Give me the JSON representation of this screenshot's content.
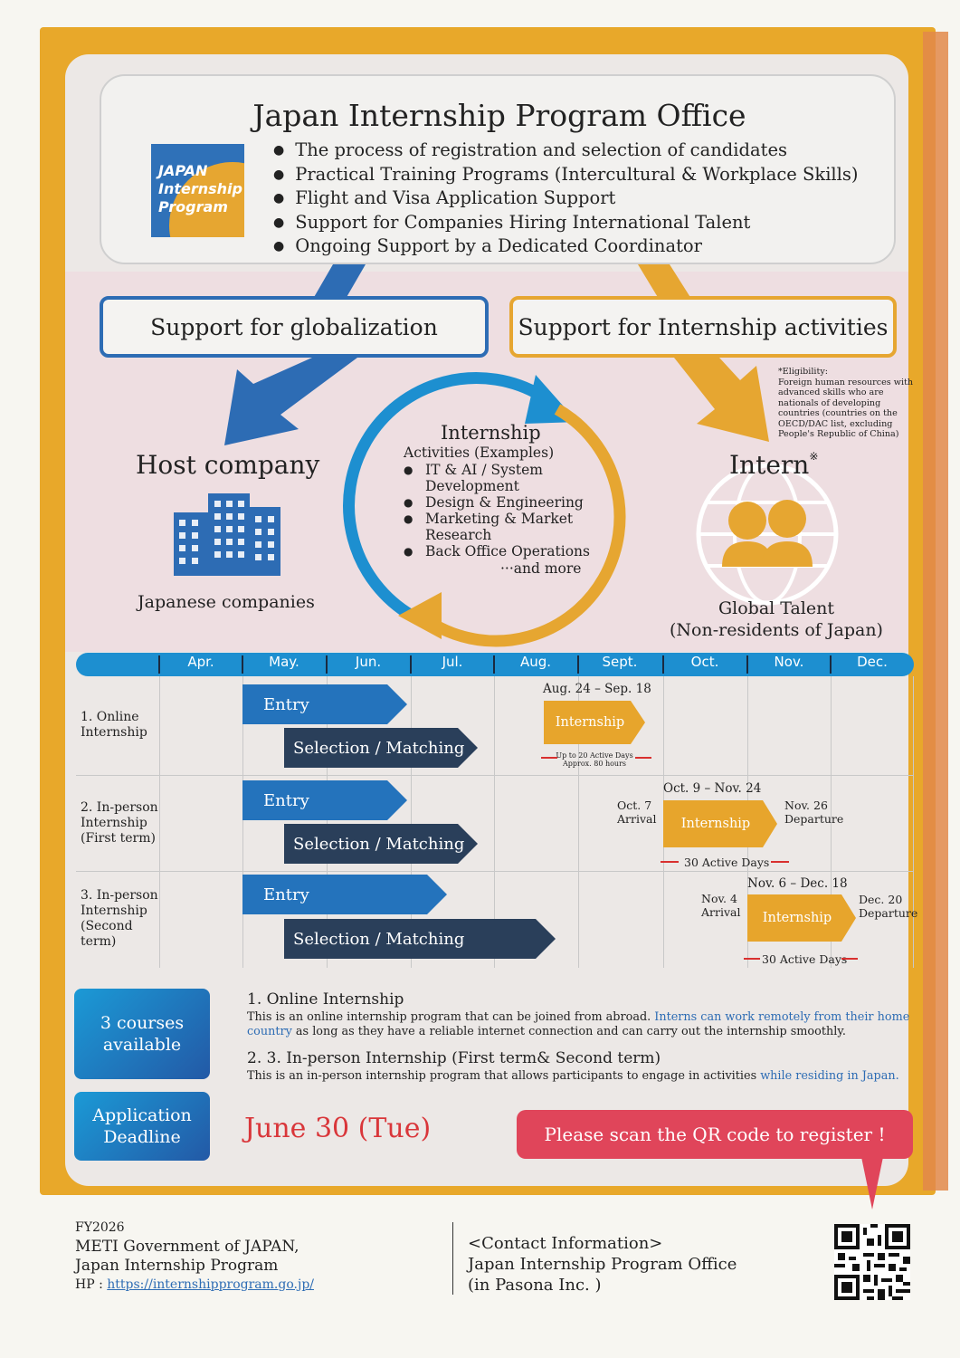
{
  "header": {
    "title": "Japan Internship Program Office",
    "logo": {
      "line1": "JAPAN",
      "line2": "Internship",
      "line3": "Program"
    },
    "bullets": [
      "The process of registration and selection of candidates",
      "Practical Training Programs (Intercultural & Workplace Skills)",
      "Flight and Visa Application Support",
      "Support for Companies Hiring International Talent",
      "Ongoing Support by a Dedicated Coordinator"
    ]
  },
  "support": {
    "globalization": "Support for globalization",
    "internship": "Support for Internship activities"
  },
  "host": {
    "title": "Host company",
    "subtitle": "Japanese companies"
  },
  "cycle": {
    "title": "Internship",
    "subtitle": "Activities (Examples)",
    "items": [
      "IT & AI / System",
      "Development",
      "Design & Engineering",
      "Marketing & Market",
      "Research",
      "Back Office Operations"
    ],
    "more": "···and more"
  },
  "intern": {
    "title": "Intern",
    "mark": "※",
    "eligibility": "*Eligibility:\nForeign human resources with advanced skills who are nationals of developing countries (countries on the OECD/DAC list, excluding People's Republic of China)",
    "global1": "Global Talent",
    "global2": "(Non-residents of Japan)"
  },
  "timeline": {
    "months": [
      "Apr.",
      "May.",
      "Jun.",
      "Jul.",
      "Aug.",
      "Sept.",
      "Oct.",
      "Nov.",
      "Dec."
    ],
    "rows": [
      {
        "label": "1. Online\nInternship"
      },
      {
        "label": "2. In-person\nInternship\n(First term)"
      },
      {
        "label": "3. In-person\nInternship\n(Second\nterm)"
      }
    ],
    "entry": "Entry",
    "selection": "Selection / Matching",
    "internship": "Internship",
    "online_period": "Aug. 24 – Sep. 18",
    "online_days": "Up to 20 Active Days",
    "online_hours": "Approx. 80 hours",
    "first_period": "Oct. 9 – Nov. 24",
    "first_arrival": "Oct. 7\nArrival",
    "first_departure": "Nov. 26\nDeparture",
    "first_days": "30 Active Days",
    "second_period": "Nov. 6 – Dec. 18",
    "second_arrival": "Nov. 4\nArrival",
    "second_departure": "Dec. 20\nDeparture",
    "second_days": "30 Active Days"
  },
  "courses": {
    "badge": "3 courses\navailable",
    "online_title": "1. Online Internship",
    "online_desc_a": "This is an online internship program that can be joined from abroad. ",
    "online_desc_blue": "Interns can work remotely from their home country",
    "online_desc_b": " as long as they have a reliable internet connection and can carry out the internship smoothly.",
    "inperson_title": "2. 3. In-person Internship (First term& Second term)",
    "inperson_desc_a": "This is an in-person internship program that allows participants to engage in activities ",
    "inperson_desc_blue": "while residing in Japan."
  },
  "deadline": {
    "badge": "Application\nDeadline",
    "date": "June 30 (Tue)",
    "qr_prompt": "Please scan the QR code to register !"
  },
  "footer": {
    "fy": "FY2026",
    "org1": "METI Government of JAPAN,",
    "org2": "Japan Internship Program",
    "hp_label": "HP : ",
    "hp_url": "https://internshipprogram.go.jp/",
    "contact_label": "<Contact Information>",
    "contact1": "Japan Internship Program Office",
    "contact2": "(in Pasona Inc. )"
  },
  "colors": {
    "blue": "#2d6cb4",
    "gold": "#e6a631",
    "red": "#e0455a",
    "navy": "#2a3f5a"
  }
}
